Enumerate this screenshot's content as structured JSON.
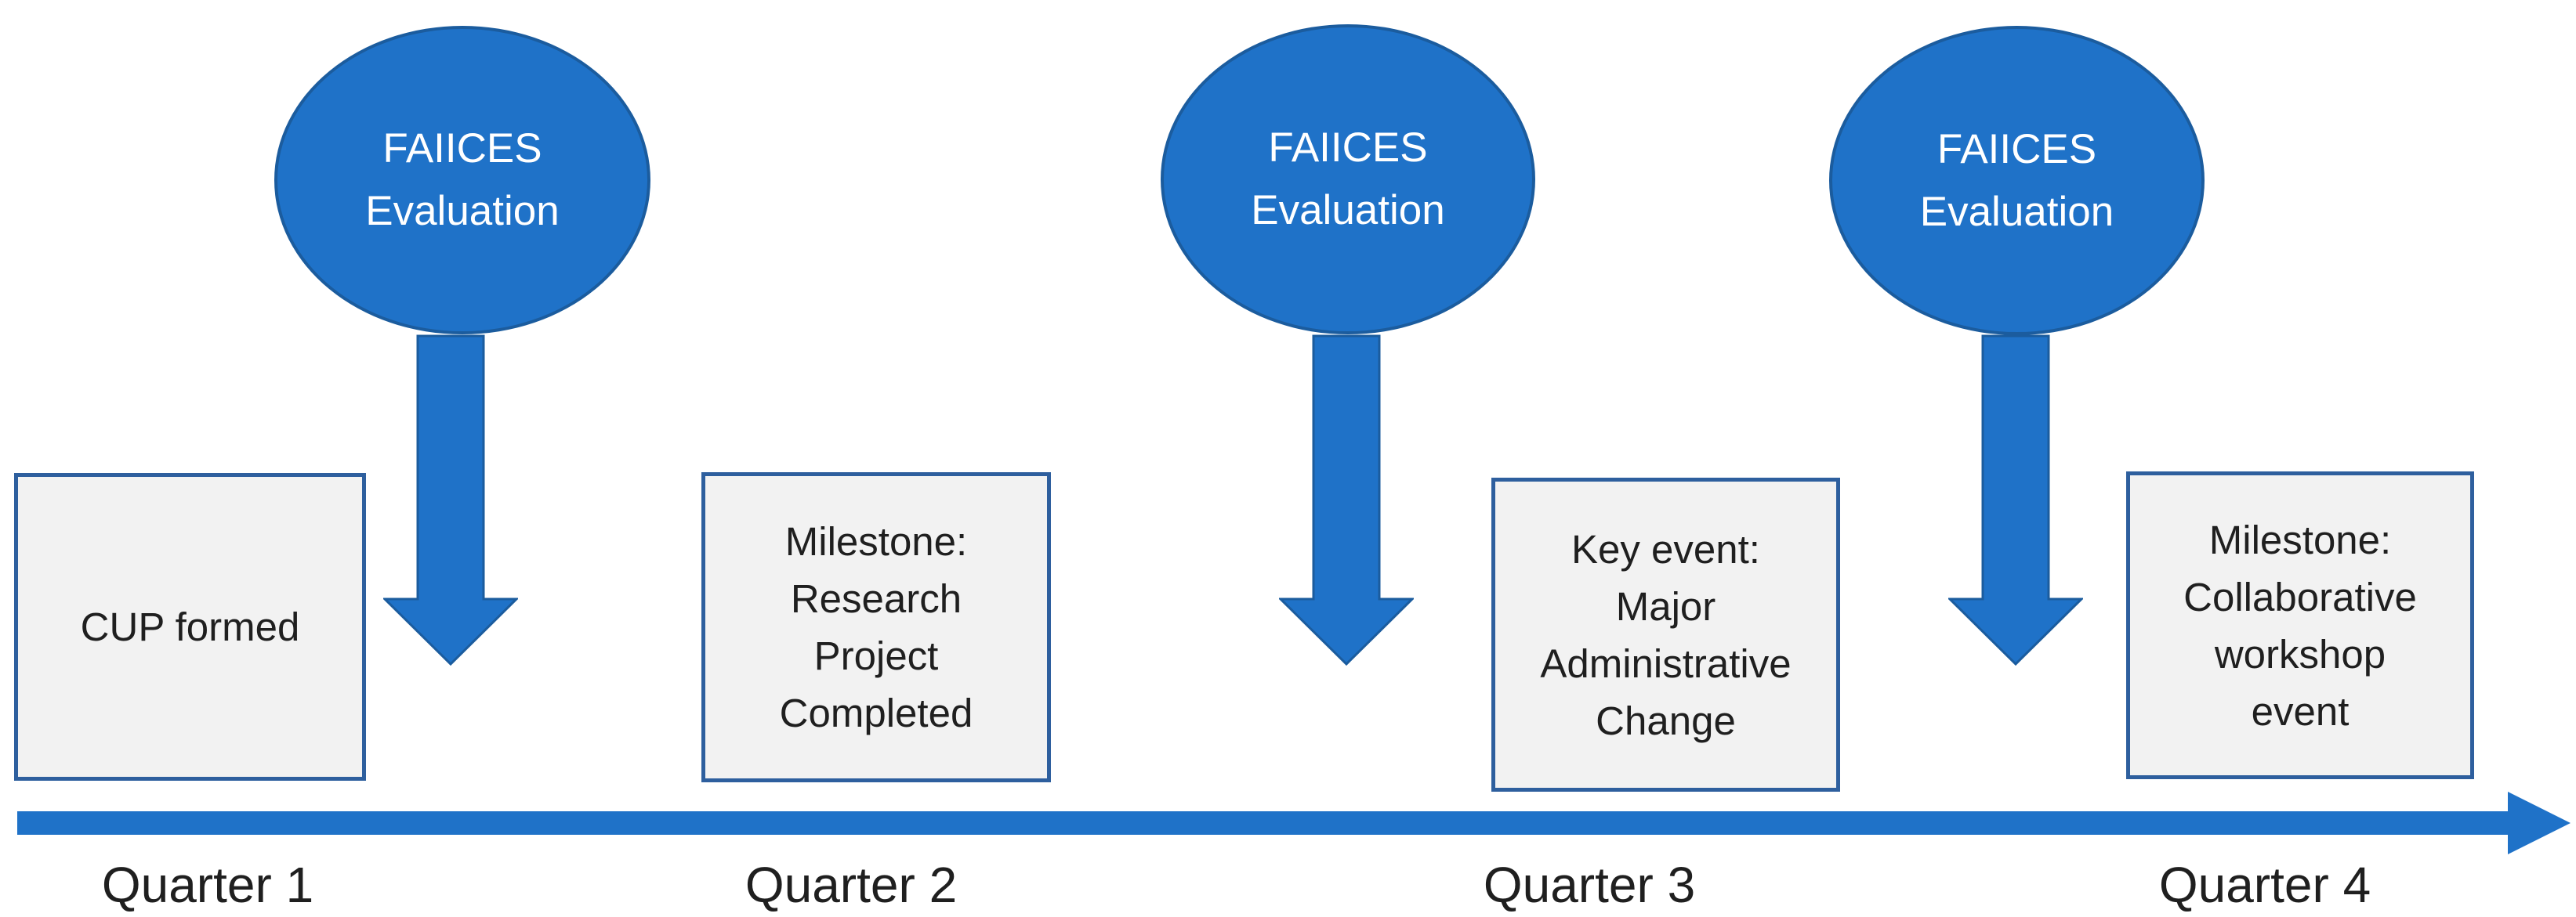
{
  "colors": {
    "shape_fill": "#1f72c8",
    "shape_stroke": "#1b5c9e",
    "box_bg": "#f2f2f2",
    "box_border": "#2e5f9e",
    "text_dark": "#1f1f1f",
    "text_light": "#ffffff",
    "page_bg": "#ffffff"
  },
  "evaluations": [
    {
      "label": "FAIICES\nEvaluation"
    },
    {
      "label": "FAIICES\nEvaluation"
    },
    {
      "label": "FAIICES\nEvaluation"
    }
  ],
  "events": [
    {
      "text": "CUP formed"
    },
    {
      "text": "Milestone:\nResearch\nProject\nCompleted"
    },
    {
      "text": "Key event:\nMajor\nAdministrative\nChange"
    },
    {
      "text": "Milestone:\nCollaborative\nworkshop\nevent"
    }
  ],
  "timeline": {
    "quarters": [
      "Quarter 1",
      "Quarter 2",
      "Quarter 3",
      "Quarter 4"
    ]
  }
}
